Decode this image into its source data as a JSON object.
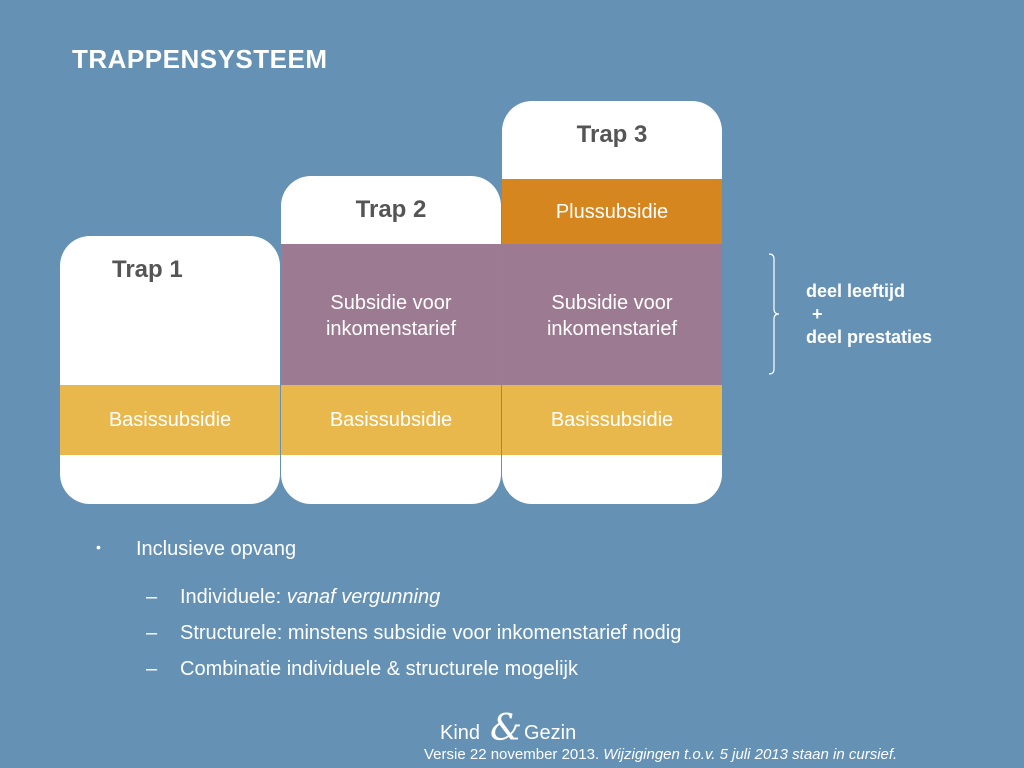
{
  "slide": {
    "title": "TRAPPENSYSTEEM"
  },
  "stairs": [
    {
      "label": "Trap 1",
      "basis": "Basissubsidie"
    },
    {
      "label": "Trap 2",
      "inkomenstarief": "Subsidie voor inkomenstarief",
      "basis": "Basissubsidie"
    },
    {
      "label": "Trap 3",
      "plus": "Plussubsidie",
      "inkomenstarief": "Subsidie voor inkomenstarief",
      "basis": "Basissubsidie"
    }
  ],
  "annotation": {
    "line1": "deel leeftijd",
    "line2": "+",
    "line3": "deel prestaties"
  },
  "bullets": {
    "main": "Inclusieve opvang",
    "marker": "•",
    "dash": "–",
    "sub": [
      {
        "text": "Individuele: ",
        "italic": "vanaf vergunning"
      },
      {
        "text": "Structurele: minstens subsidie voor inkomenstarief nodig"
      },
      {
        "text": "Combinatie individuele & structurele mogelijk"
      }
    ]
  },
  "logo": {
    "left": "Kind",
    "ampersand": "&",
    "right": "Gezin"
  },
  "footer": {
    "text": "Versie 22 november 2013. ",
    "italic": "Wijzigingen t.o.v. 5 juli 2013 staan in cursief."
  },
  "colors": {
    "background": "#6592b4",
    "basis": "#e9b84c",
    "inkomenstarief": "#9c7b92",
    "plus": "#d6861f"
  }
}
